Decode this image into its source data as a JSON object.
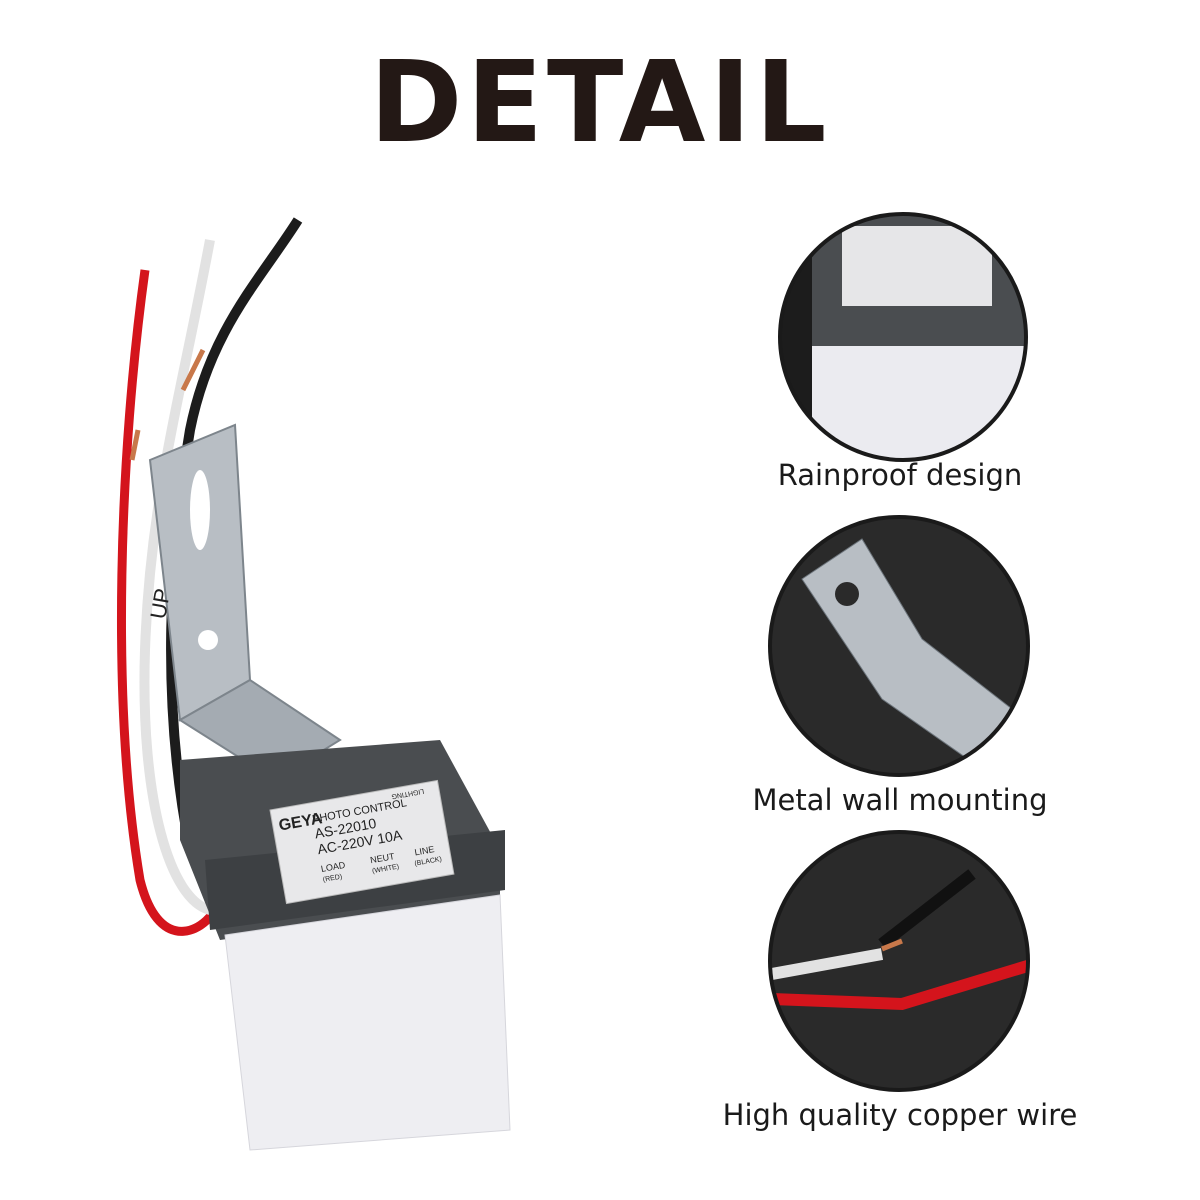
{
  "header": {
    "title": "DETAIL"
  },
  "product": {
    "brand": "GEYA",
    "label_lines": [
      "PHOTO CONTROL",
      "AS-22010",
      "AC-220V 10A"
    ],
    "terminals": [
      "LOAD",
      "(RED)",
      "NEUT",
      "(WHITE)",
      "LINE",
      "(BLACK)"
    ],
    "arrow_text": "LIGHTING",
    "bracket_text": "UP"
  },
  "features": [
    {
      "caption": "Rainproof design",
      "icon": "rainproof-closeup"
    },
    {
      "caption": "Metal wall mounting",
      "icon": "bracket-closeup"
    },
    {
      "caption": "High quality copper wire",
      "icon": "wire-closeup"
    }
  ],
  "colors": {
    "housing": "#4a4d50",
    "base": "#eeeef2",
    "wire_red": "#d4141c",
    "wire_white": "#e2e2e2",
    "wire_black": "#1c1c1c",
    "copper": "#c8784a"
  }
}
